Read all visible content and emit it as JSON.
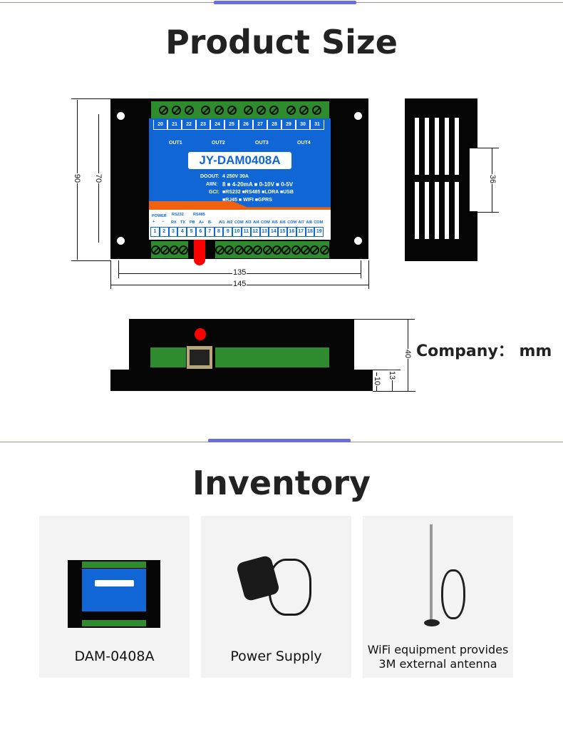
{
  "section1": {
    "title": "Product Size"
  },
  "device": {
    "model": "JY-DAM0408A",
    "top_terminals": [
      "20",
      "21",
      "22",
      "23",
      "24",
      "25",
      "26",
      "27",
      "28",
      "29",
      "30",
      "31"
    ],
    "outputs": [
      "OUT1",
      "OUT2",
      "OUT3",
      "OUT4"
    ],
    "specs": {
      "do_label": "DOOUT:",
      "do_value": "4  250V 30A",
      "ai_label": "AIIN:",
      "ai_value": "8 ■ 4-20mA ■ 0-10V ■ 0-5V",
      "gci_label": "GCI:",
      "gci_value": "■RS232 ■RS485 ■LORA ■USB",
      "gci_value2": "■RJ45  ■ WIFI  ■GPRS"
    },
    "bottom_labels": {
      "power": "POWER",
      "rs232": "RS232",
      "rs485": "RS485",
      "plus": "+",
      "minus": "−",
      "rx": "RX",
      "tx": "TX",
      "pb": "PB",
      "a": "A+",
      "b": "B-",
      "ai": [
        "AI1",
        "AI2",
        "COM",
        "AI3",
        "AI4",
        "COM",
        "AI5",
        "AI6",
        "COM",
        "AI7",
        "AI8",
        "COM"
      ]
    },
    "bottom_terminals": [
      "1",
      "2",
      "3",
      "4",
      "5",
      "6",
      "7",
      "8",
      "9",
      "10",
      "11",
      "12",
      "13",
      "14",
      "15",
      "16",
      "17",
      "18",
      "19"
    ]
  },
  "dimensions": {
    "height_outer": "90",
    "height_inner": "70",
    "width_inner": "135",
    "width_outer": "145",
    "side_width": "36",
    "depth": "40",
    "step": "13",
    "base": "10"
  },
  "unit_label": "Company： mm",
  "section2": {
    "title": "Inventory"
  },
  "inventory": [
    {
      "label": "DAM-0408A"
    },
    {
      "label": "Power Supply"
    },
    {
      "label": "WiFi equipment provides",
      "label2": "3M external antenna"
    }
  ],
  "colors": {
    "accent": "#6a6de0",
    "panel_blue": "#1166d6",
    "terminal_green": "#2e8b2e",
    "orange": "#f0620f"
  }
}
